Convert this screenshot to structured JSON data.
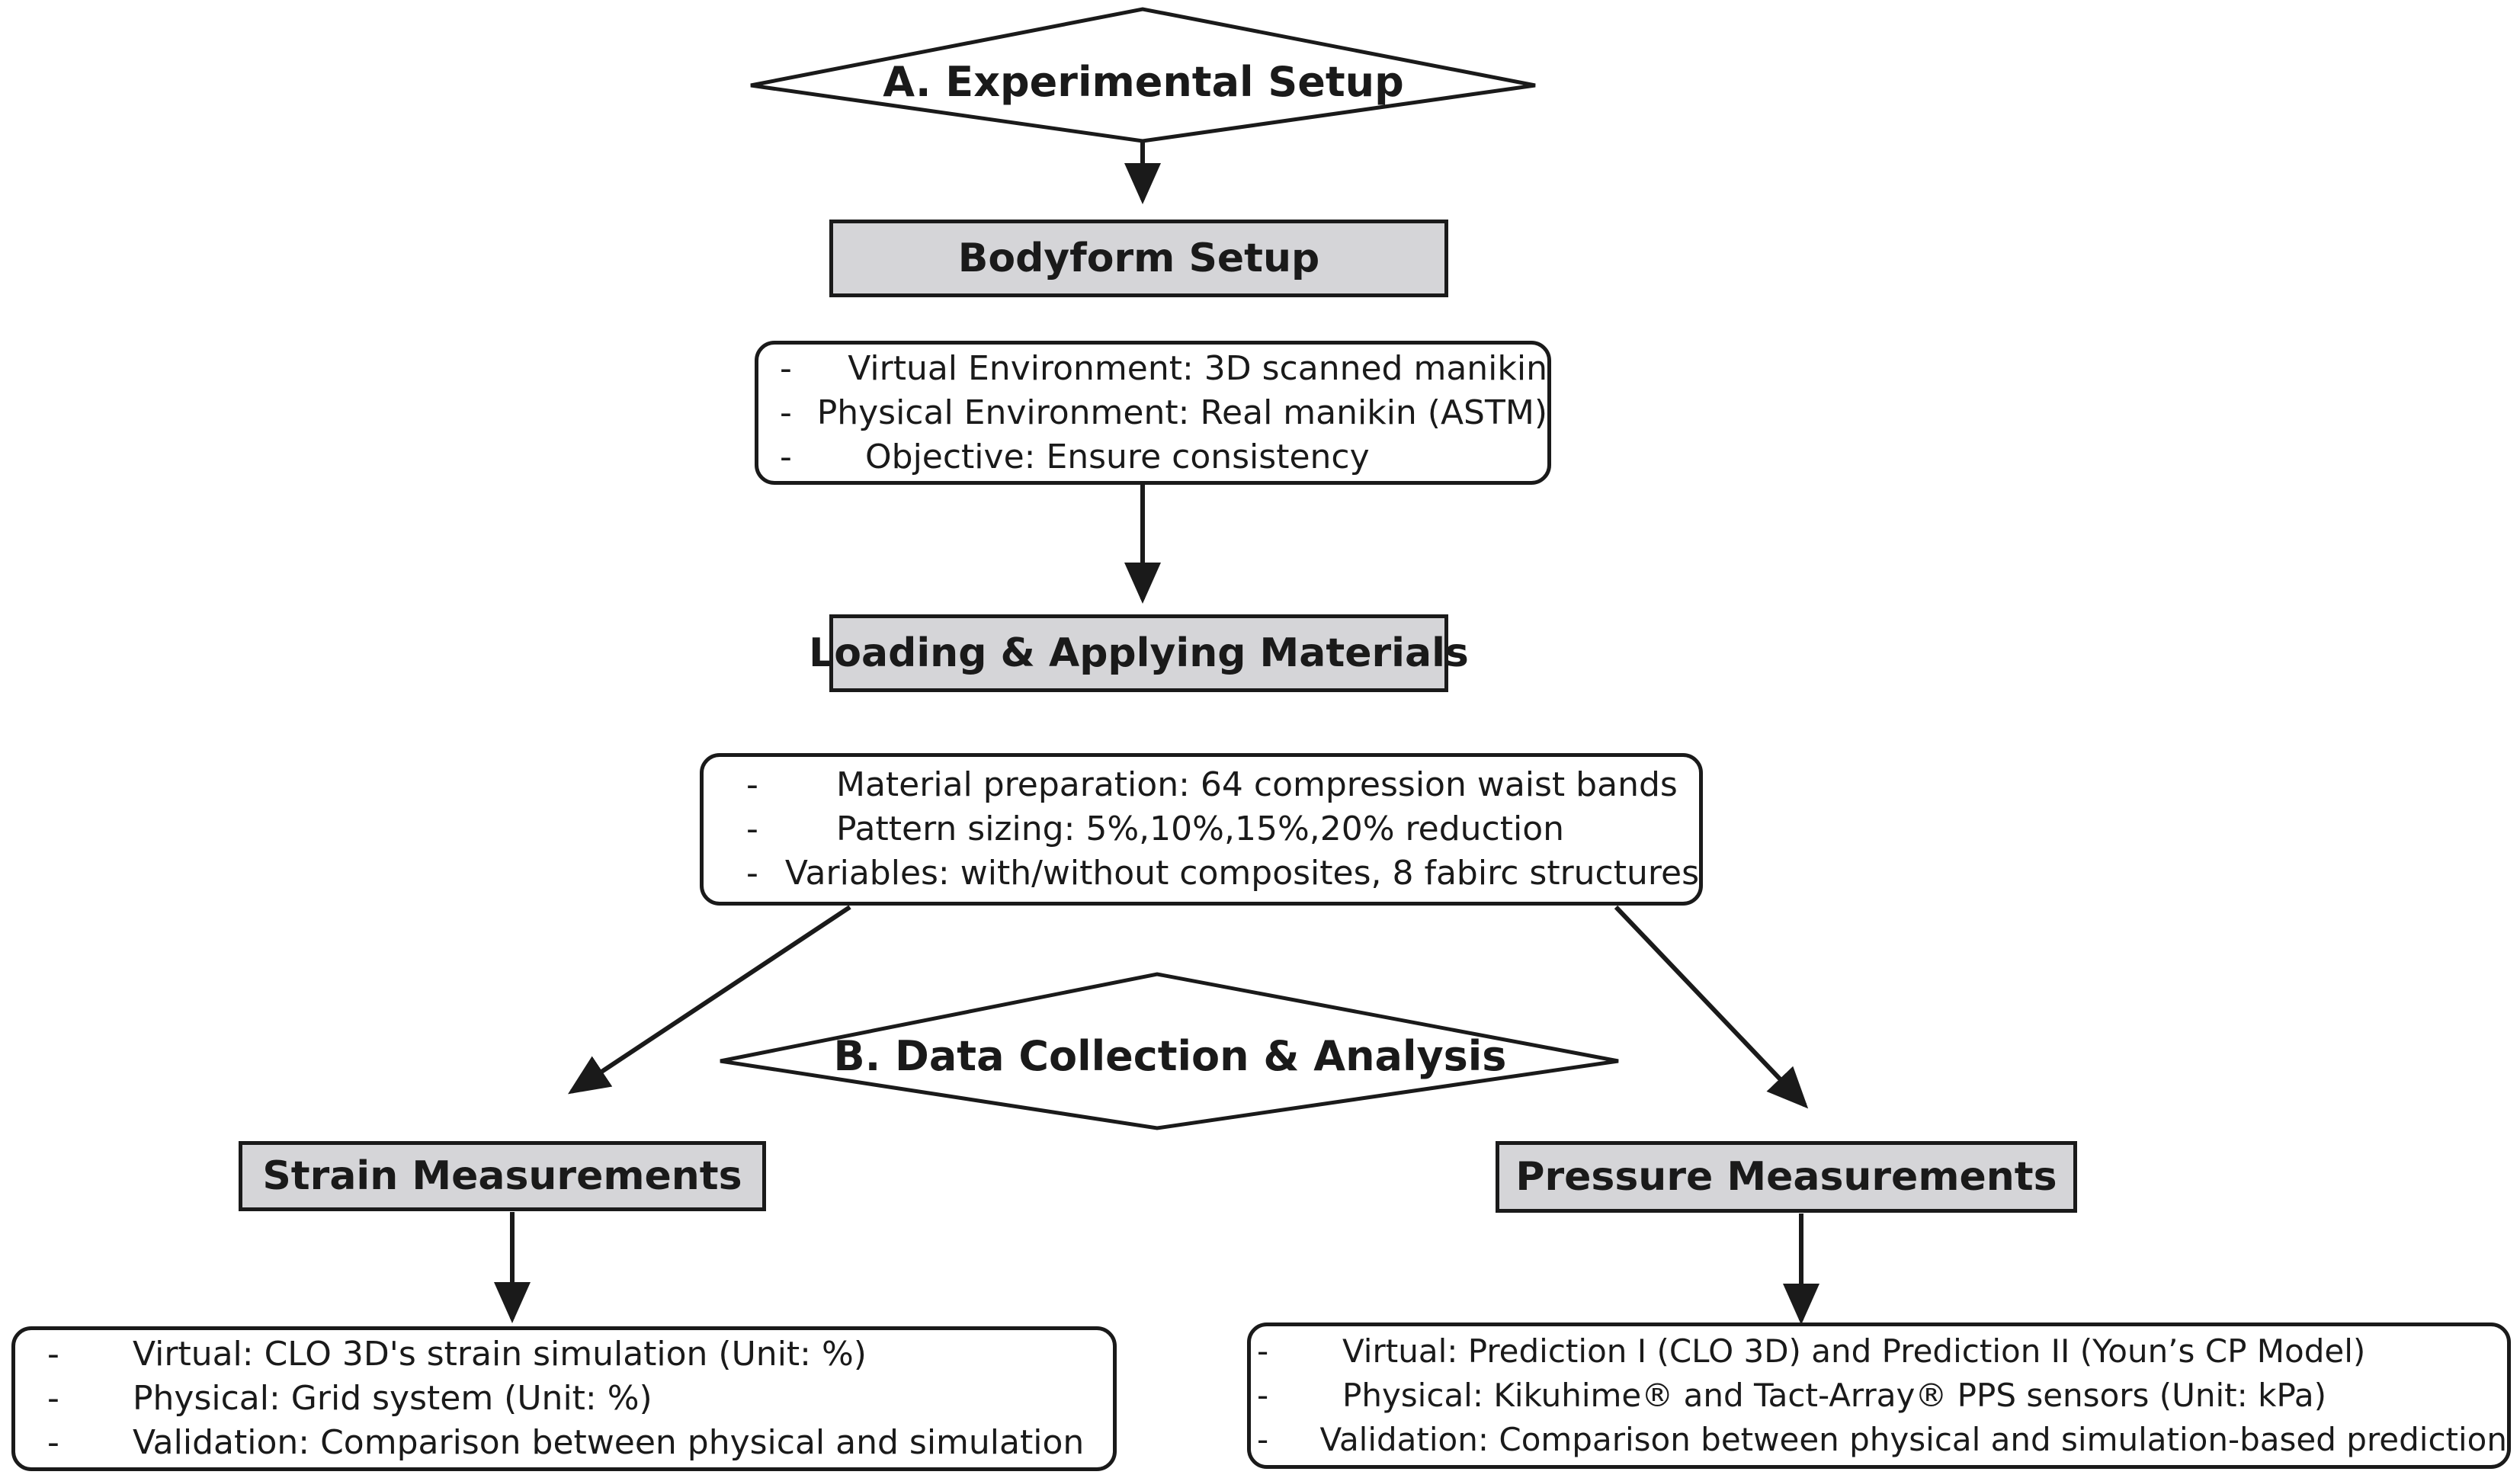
{
  "sections": {
    "experimental_setup": "A. Experimental Setup",
    "data_collection": "B. Data Collection & Analysis"
  },
  "steps": {
    "bodyform": "Bodyform Setup",
    "materials": "Loading & Applying Materials",
    "strain": "Strain Measurements",
    "pressure": "Pressure Measurements"
  },
  "details": {
    "bullet": "-",
    "bodyform": [
      "Virtual Environment: 3D scanned manikin",
      "Physical Environment: Real manikin (ASTM)",
      "Objective: Ensure consistency"
    ],
    "materials": [
      "Material preparation: 64 compression waist bands",
      "Pattern sizing: 5%,10%,15%,20% reduction",
      "Variables: with/without composites, 8 fabirc structures"
    ],
    "strain": [
      "Virtual: CLO 3D's strain simulation (Unit: %)",
      "Physical: Grid system (Unit: %)",
      "Validation: Comparison between physical and simulation"
    ],
    "pressure": [
      "Virtual: Prediction I (CLO 3D) and Prediction II (Youn’s CP Model)",
      "Physical: Kikuhime® and Tact-Array® PPS sensors (Unit: kPa)",
      "Validation: Comparison between physical and simulation-based prediction"
    ]
  },
  "colors": {
    "line": "#1a1a1a",
    "step_fill": "#d5d5d8",
    "background": "#ffffff"
  }
}
